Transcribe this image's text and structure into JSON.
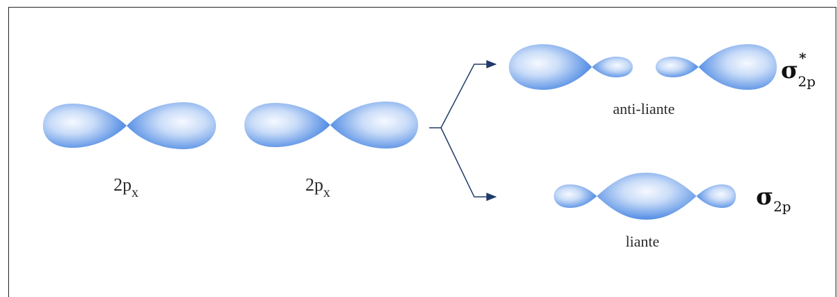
{
  "orbitals": {
    "left": {
      "main": "2p",
      "sub": "x"
    },
    "middle": {
      "main": "2p",
      "sub": "x"
    }
  },
  "results": {
    "antibonding": {
      "label": "anti-liante",
      "symbol": "σ",
      "sub": "2p",
      "sup": "*"
    },
    "bonding": {
      "label": "liante",
      "symbol": "σ",
      "sub": "2p"
    }
  },
  "colors": {
    "lobe": "#3f7fe0",
    "lobe_highlight": "#f4f8ff",
    "arrow": "#1f3a6a"
  }
}
